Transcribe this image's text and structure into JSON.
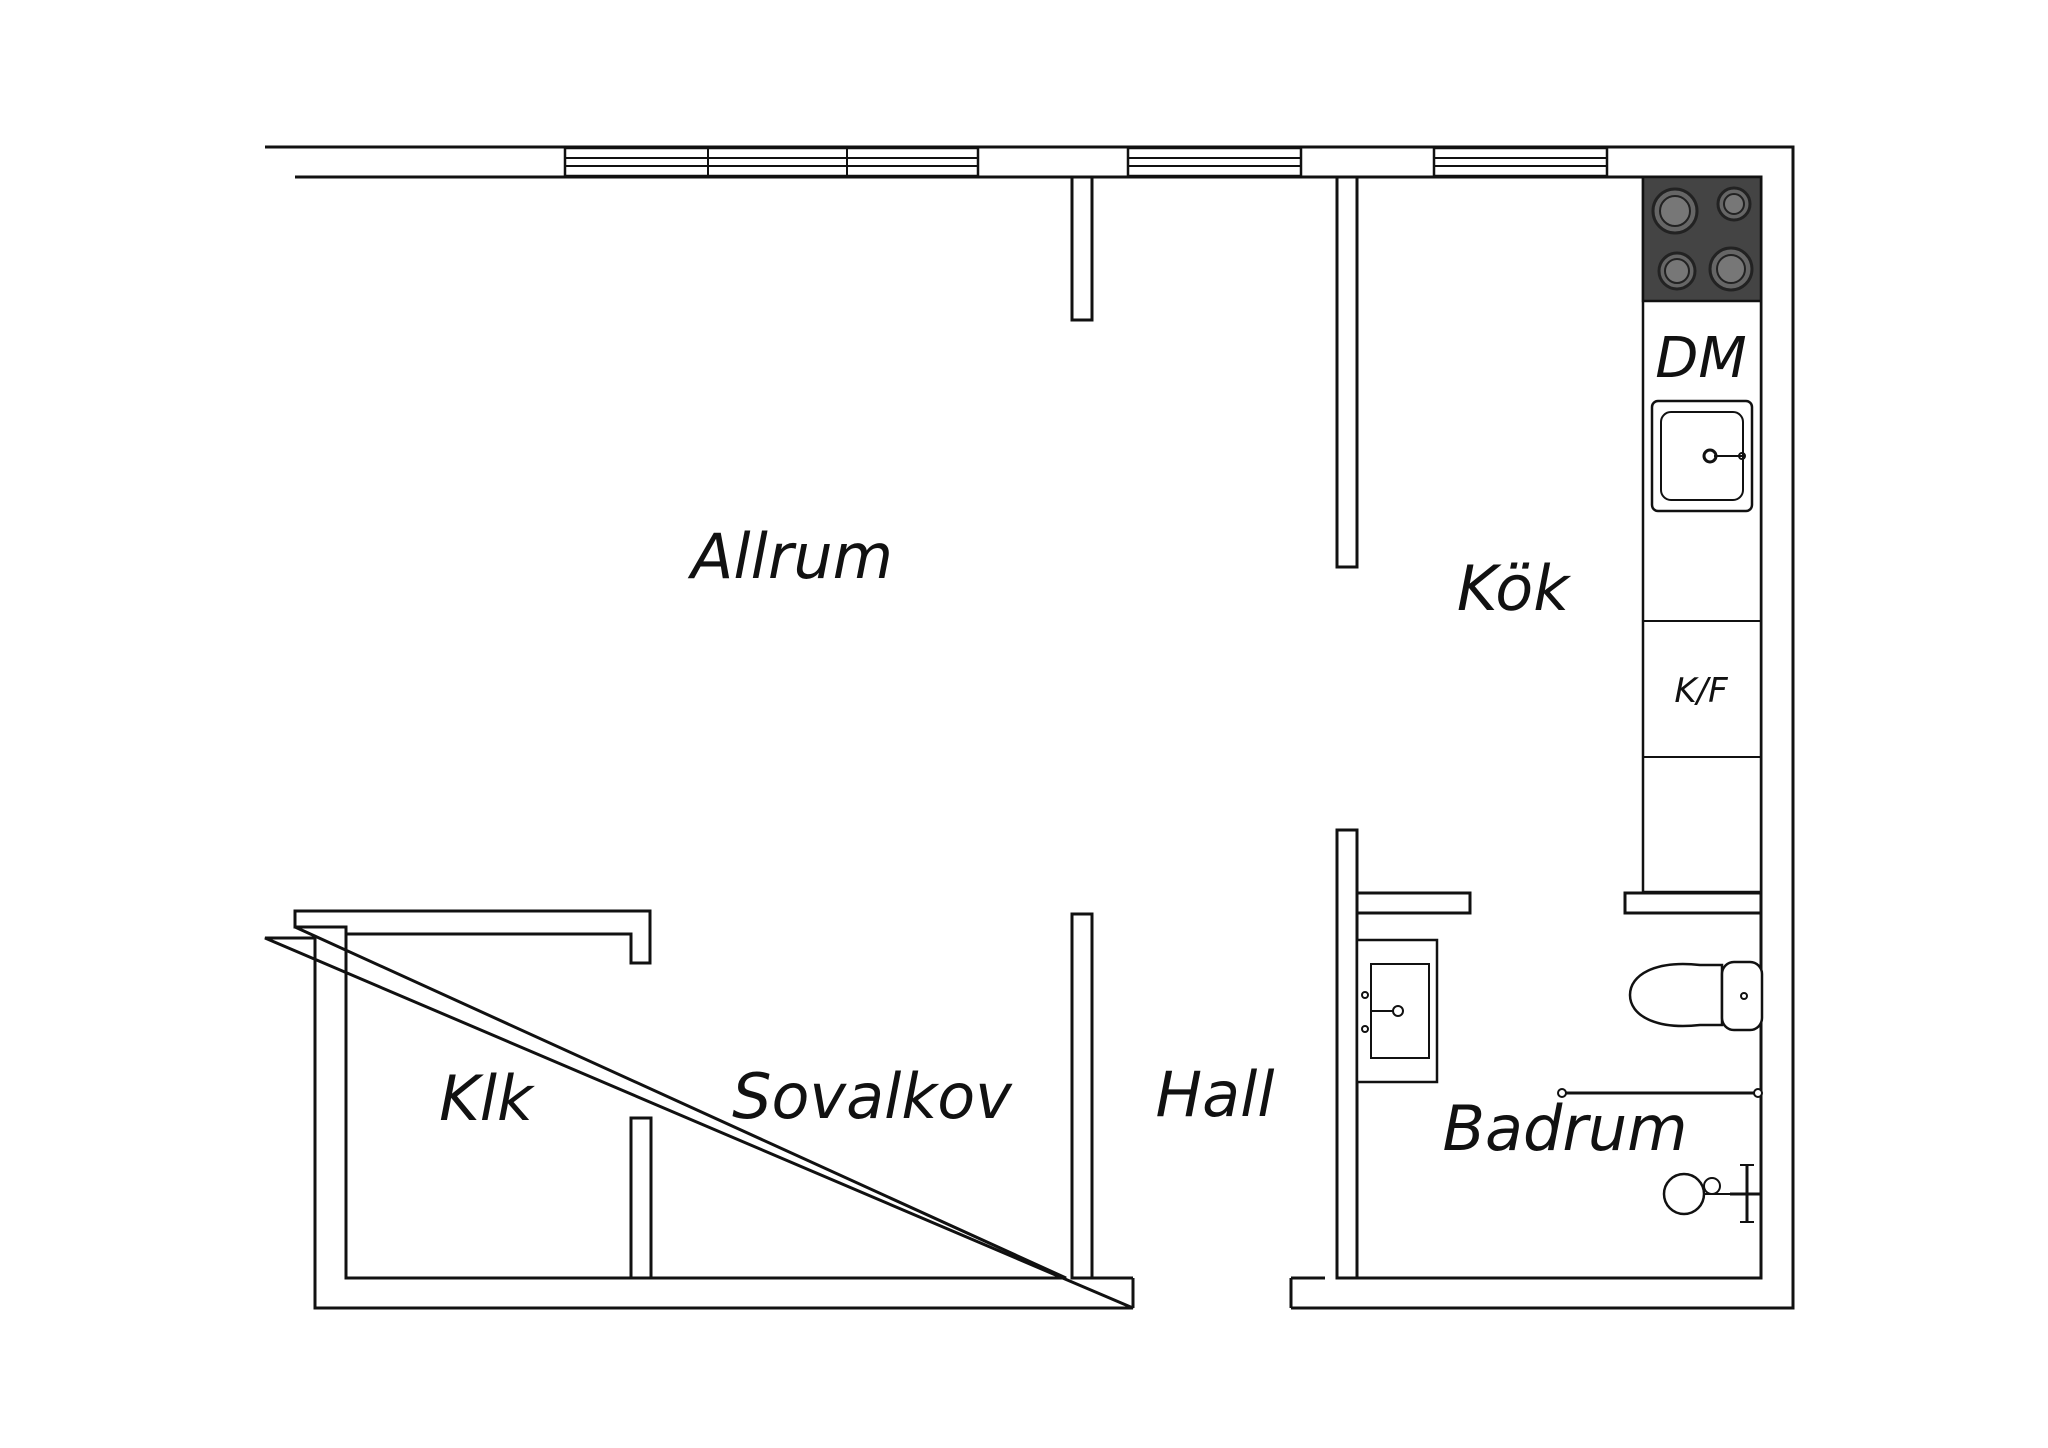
{
  "rooms": {
    "allrum": "Allrum",
    "kok": "Kök",
    "klk": "Klk",
    "sovalkov": "Sovalkov",
    "hall": "Hall",
    "badrum": "Badrum"
  },
  "appliances": {
    "dishwasher": "DM",
    "fridge_freezer": "K/F"
  },
  "colors": {
    "walls": "#111111",
    "background": "#ffffff",
    "stove_top": "#444444"
  }
}
